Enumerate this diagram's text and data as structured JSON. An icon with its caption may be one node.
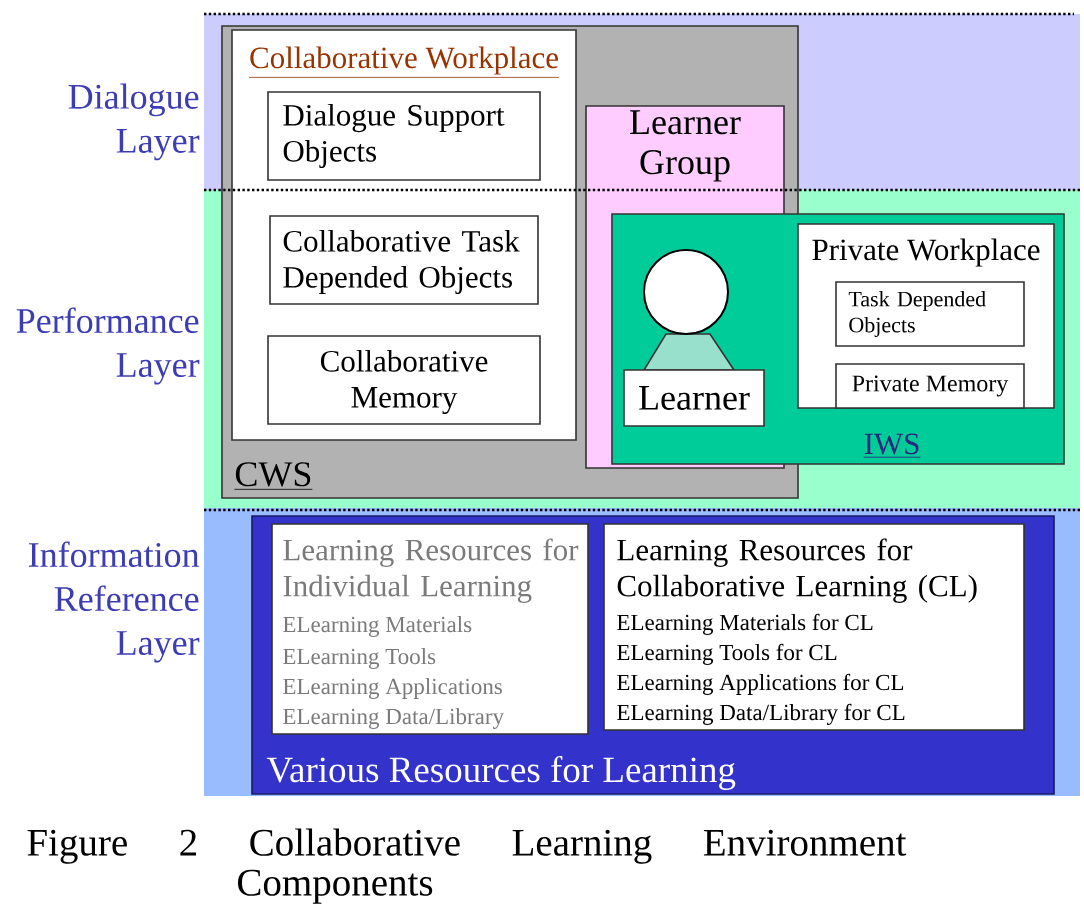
{
  "diagram": {
    "caption": "Figure 2 Collaborative Learning Environment Components",
    "nodes": [
      {
        "text": [
          "Dialogue Layer"
        ]
      },
      {
        "text": [
          "Performance Layer"
        ]
      },
      {
        "text": [
          "Information Reference Layer"
        ]
      },
      {
        "text": [
          "CWS"
        ]
      },
      {
        "text": [
          "Collaborative Workplace"
        ],
        "in": 3
      },
      {
        "text": [
          "Dialogue Support Objects"
        ]
      },
      {
        "text": [
          "Collaborative Task Depended Objects"
        ]
      },
      {
        "text": [
          "Collaborative Memory"
        ]
      },
      {
        "text": [
          "Learner Group"
        ],
        "in": 3
      },
      {
        "text": [
          "IWS"
        ],
        "in": 1
      },
      {
        "text": [
          "Learner"
        ]
      },
      {
        "text": [
          "Private Workplace"
        ],
        "in": 9
      },
      {
        "text": [
          "Task Depended Objects"
        ],
        "in": 11
      },
      {
        "text": [
          "Private Memory"
        ],
        "in": 11
      },
      {
        "text": [
          "Various Resources for Learning"
        ],
        "in": 2
      },
      {
        "text": [
          "Learning Resources for Individual Learning",
          "ELearning Materials",
          "ELearning Tools",
          "ELearning Applications",
          "ELearning Data/Library"
        ],
        "in": 14
      },
      {
        "text": [
          "Learning Resources for Collaborative Learning (CL)",
          "ELearning Materials for CL",
          "ELearning Tools for CL",
          "ELearning Applications for CL",
          "ELearning Data/Library for CL"
        ],
        "in": 14
      }
    ]
  }
}
